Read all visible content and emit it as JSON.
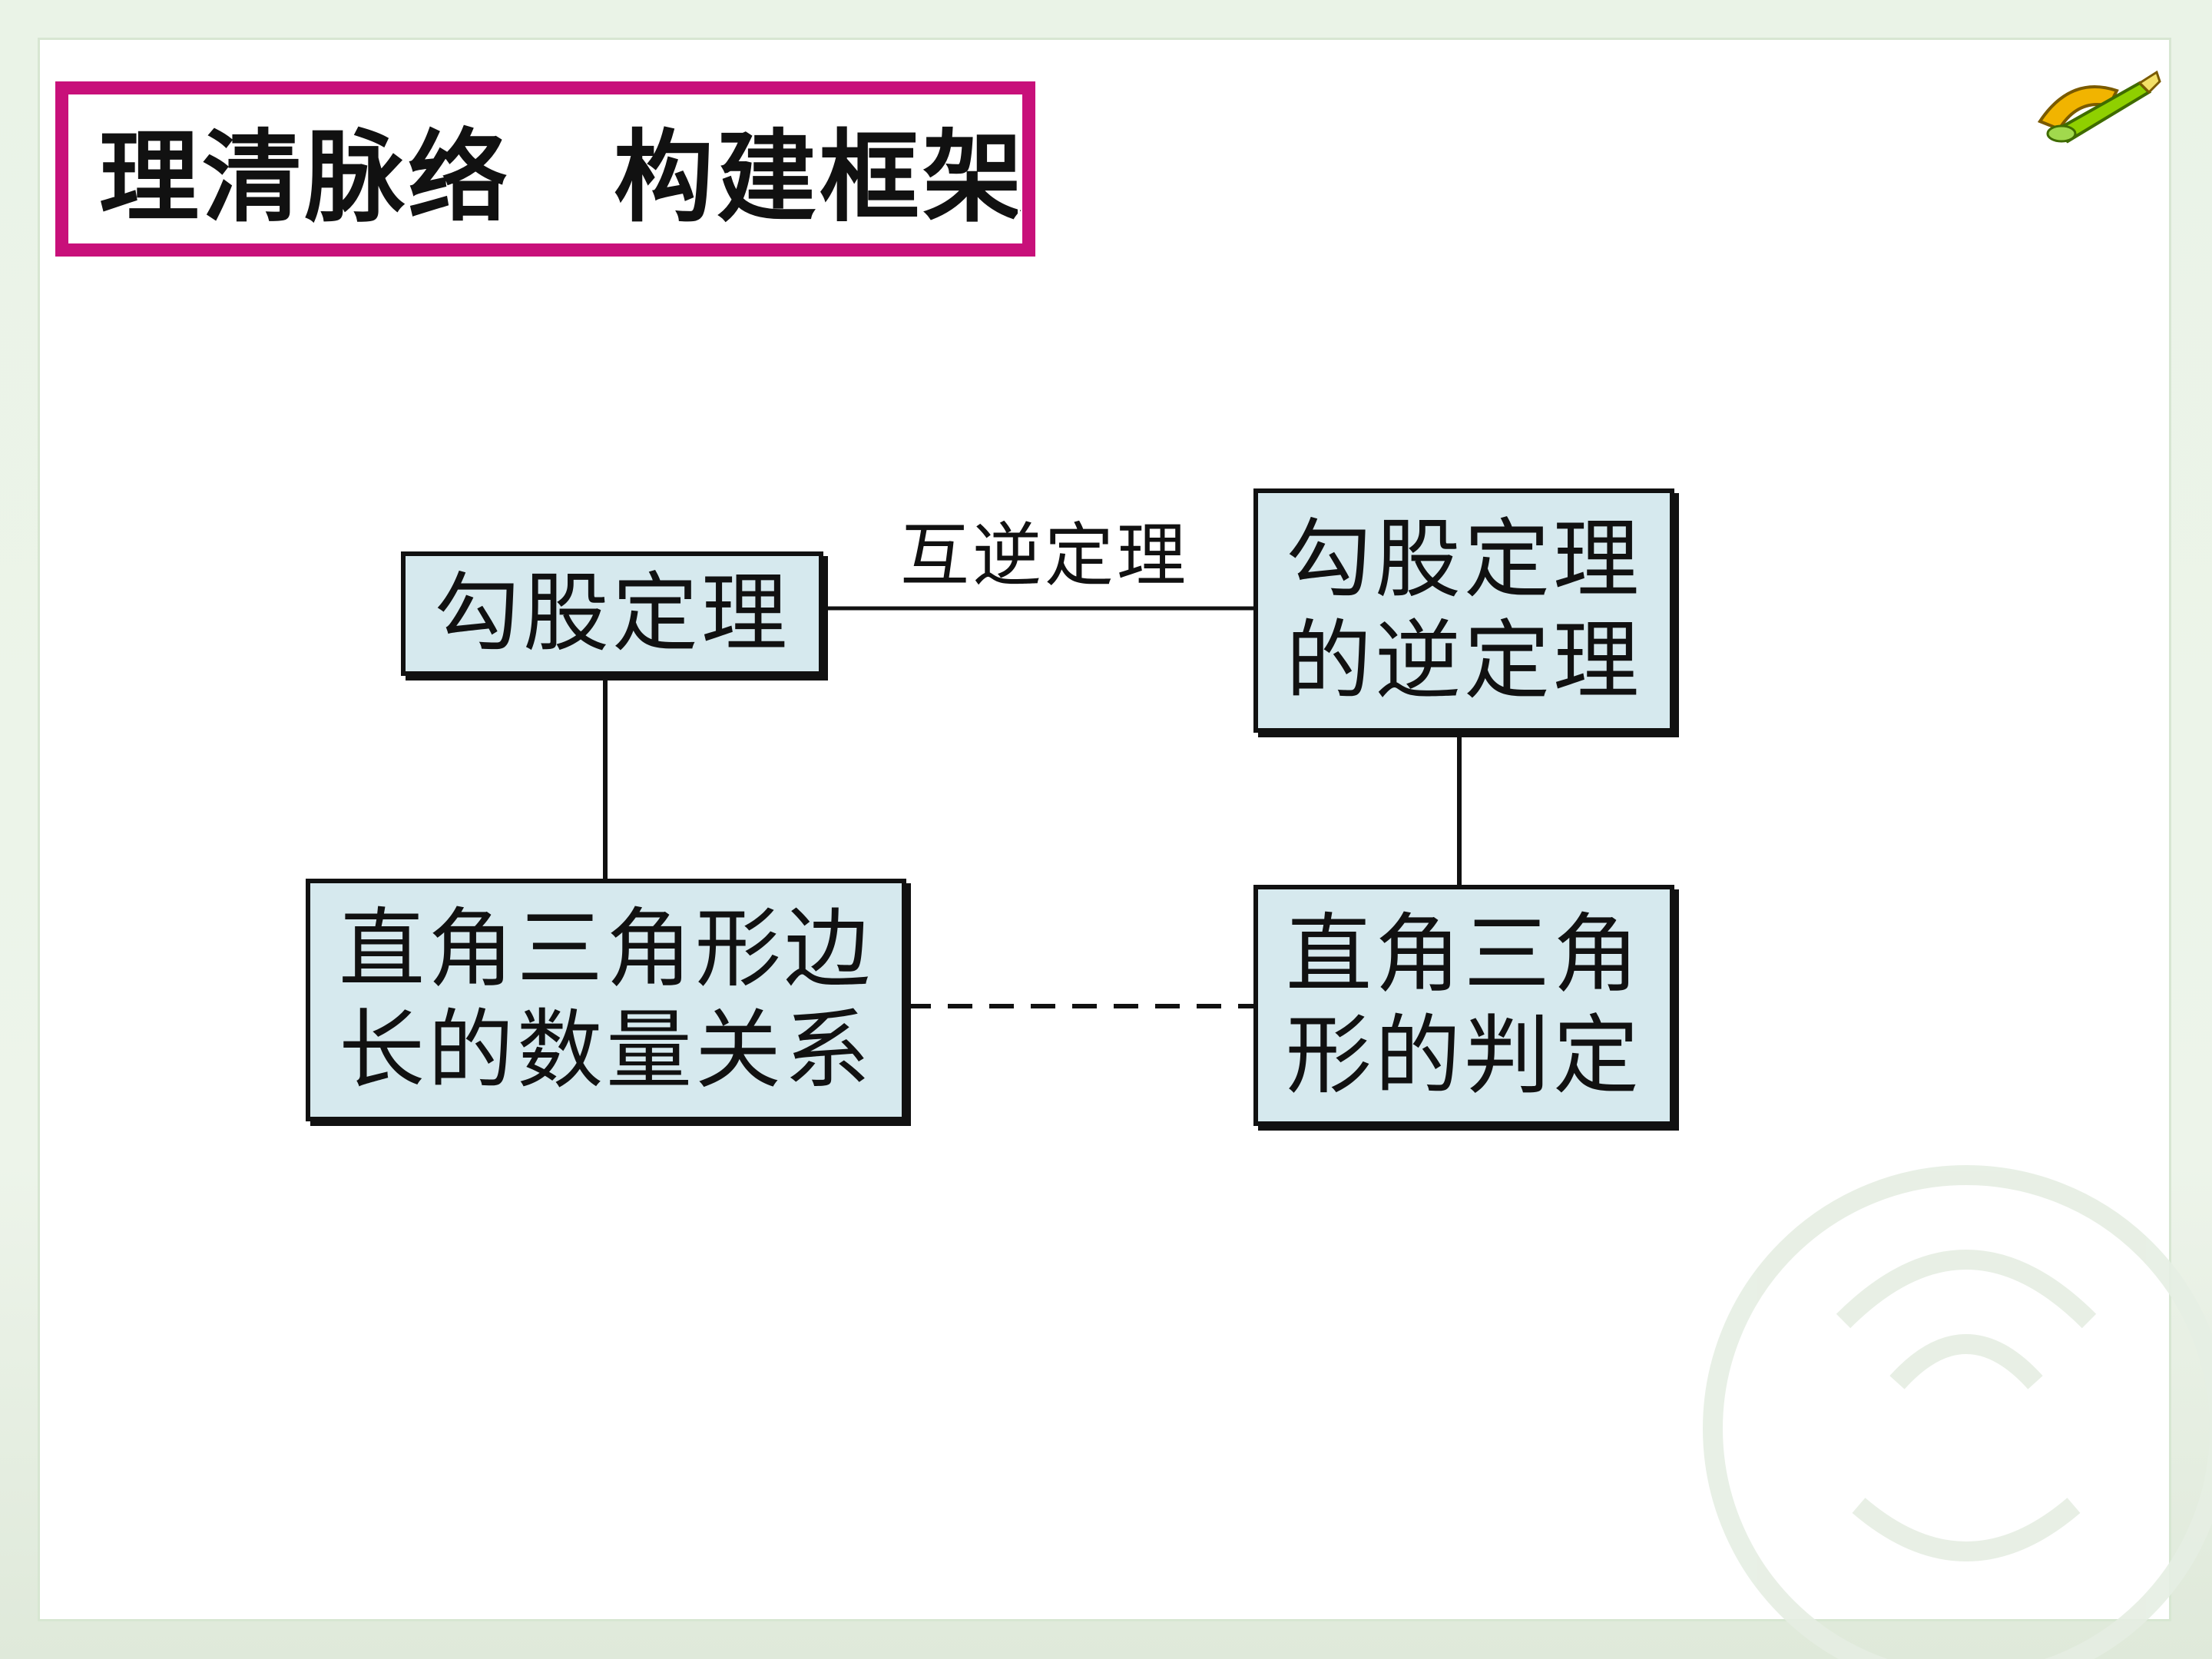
{
  "slide": {
    "title": "理清脉络　构建框架",
    "title_color": "#c8107a",
    "logo_icon": "compass-ruler-icon"
  },
  "diagram": {
    "nodes": {
      "pythagorean_theorem": {
        "lines": [
          "勾股定理"
        ]
      },
      "converse_theorem": {
        "lines": [
          "勾股定理",
          "的逆定理"
        ]
      },
      "side_relation": {
        "lines": [
          "直角三角形边",
          "长的数量关系"
        ]
      },
      "right_triangle_test": {
        "lines": [
          "直角三角",
          "形的判定"
        ]
      }
    },
    "edges": {
      "inverse_label": "互逆定理"
    },
    "node_fill": "#d6e9ee",
    "line_color": "#111111"
  }
}
